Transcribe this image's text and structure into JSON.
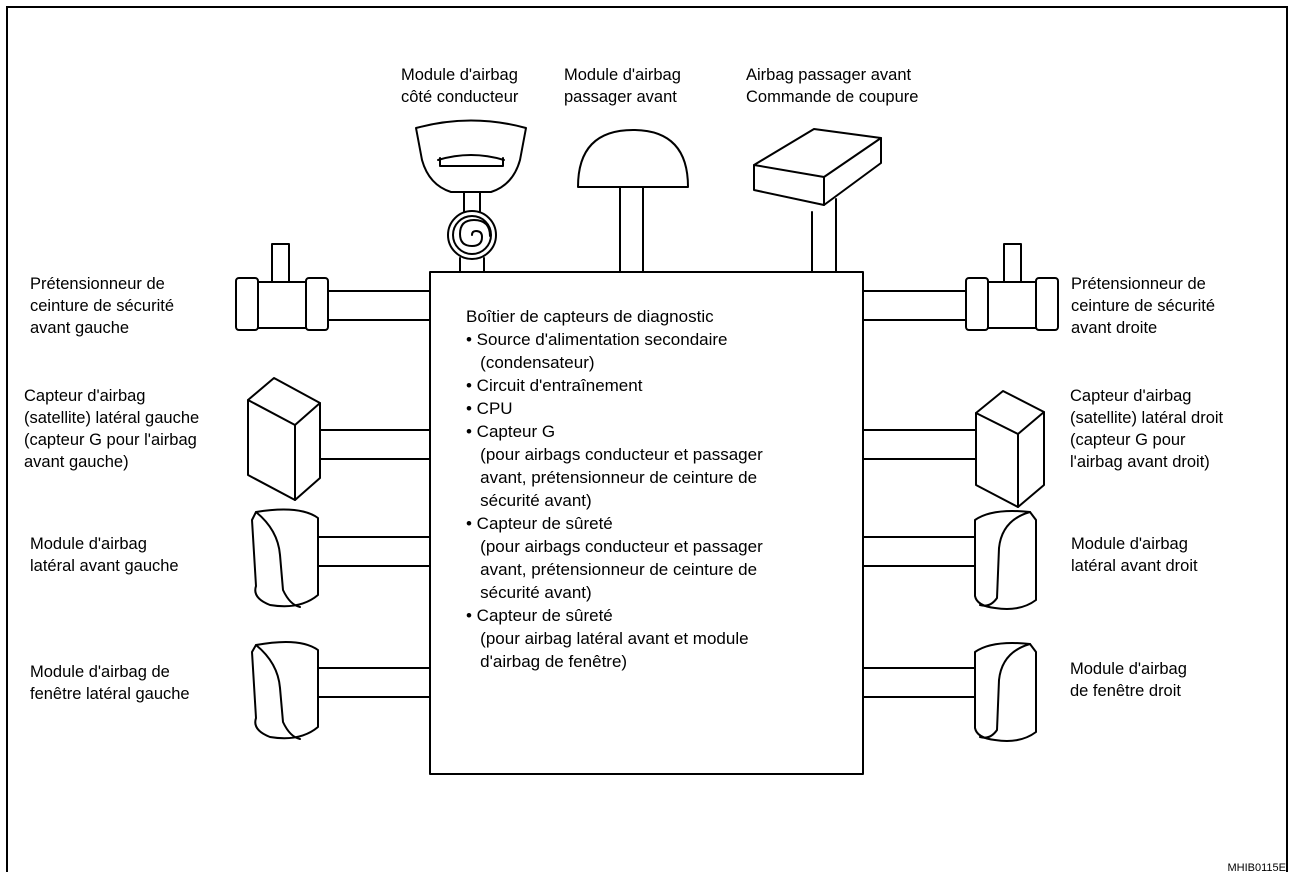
{
  "labels": {
    "driver_module": "Module d'airbag\ncôté conducteur",
    "passenger_module": "Module d'airbag\npassager avant",
    "passenger_cutoff": "Airbag passager avant\nCommande de coupure",
    "pretensioner_left": "Prétensionneur de\nceinture de sécurité\navant gauche",
    "pretensioner_right": "Prétensionneur de\nceinture de sécurité\navant droite",
    "satellite_left": "Capteur d'airbag\n(satellite) latéral gauche\n(capteur G pour l'airbag\navant gauche)",
    "satellite_right": "Capteur d'airbag\n(satellite) latéral droit\n(capteur G pour\nl'airbag avant droit)",
    "side_module_left": "Module d'airbag\nlatéral avant gauche",
    "side_module_right": "Module d'airbag\nlatéral avant droit",
    "window_module_left": "Module d'airbag de\nfenêtre latéral gauche",
    "window_module_right": "Module d'airbag\nde fenêtre droit"
  },
  "center": {
    "title": "Boîtier de capteurs de diagnostic",
    "items": [
      "• Source d'alimentation secondaire\n   (condensateur)",
      "• Circuit d'entraînement",
      "• CPU",
      "• Capteur G\n   (pour airbags conducteur et passager\n   avant, prétensionneur de ceinture de\n   sécurité avant)",
      "• Capteur de sûreté\n   (pour airbags conducteur et passager\n   avant, prétensionneur de ceinture de\n   sécurité avant)",
      "• Capteur de sûreté\n   (pour airbag latéral avant et module\n   d'airbag de fenêtre)"
    ]
  },
  "reference": "MHIB0115E"
}
